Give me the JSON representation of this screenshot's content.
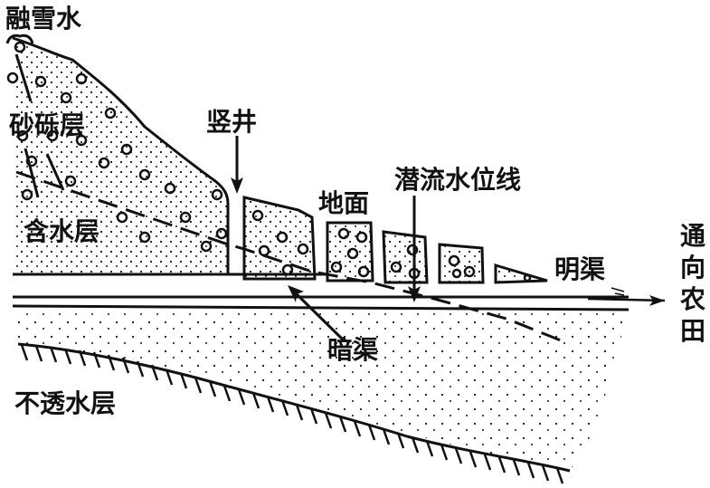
{
  "labels": {
    "snowmelt": "融雪水",
    "gravel_layer": "砂砾层",
    "aquifer": "含水层",
    "shaft": "竖井",
    "ground": "地面",
    "water_table_line": "潜流水位线",
    "open_channel": "明渠",
    "underground_channel": "暗渠",
    "impermeable_layer": "不透水层",
    "to_farmland": [
      "通",
      "向",
      "农",
      "田"
    ]
  },
  "colors": {
    "ink": "#111111",
    "background": "#ffffff"
  }
}
